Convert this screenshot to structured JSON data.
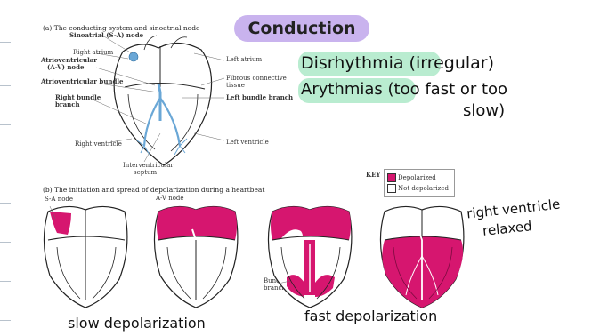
{
  "title": "Conduction",
  "notes": {
    "line1": "Disrhythmia (irregular)",
    "line2": "Arythmias (too fast or too",
    "line3": "slow)",
    "right_ventricle": "right ventricle",
    "relaxed": "relaxed",
    "slow": "slow depolarization",
    "fast": "fast depolarization"
  },
  "figure_a": {
    "heading": "(a) The conducting system and sinoatrial node",
    "labels": {
      "sa_node": "Sinoatrial (S-A) node",
      "right_atrium": "Right atrium",
      "av_node_1": "Atrioventricular",
      "av_node_2": "(A-V) node",
      "av_bundle": "Atrioventricular bundle",
      "right_bundle_1": "Right bundle",
      "right_bundle_2": "branch",
      "right_ventricle": "Right ventricle",
      "interventricular_1": "Interventricular",
      "interventricular_2": "septum",
      "left_atrium": "Left atrium",
      "fibrous_1": "Fibrous connective",
      "fibrous_2": "tissue",
      "left_bundle": "Left bundle branch",
      "left_ventricle": "Left ventricle"
    }
  },
  "figure_b": {
    "heading": "(b) The initiation and spread of depolarization during a heartbeat",
    "sa_node": "S-A node",
    "av_node": "A-V node",
    "bundle_1": "Bundle",
    "bundle_2": "branches"
  },
  "key": {
    "title": "KEY",
    "depolarized": "Depolarized",
    "not_depolarized": "Not depolarized"
  },
  "colors": {
    "depolarized": "#d6166f",
    "conduction": "#6aa7d6",
    "title_pill": "#c9b3ee",
    "highlight": "#b9ecd0"
  }
}
